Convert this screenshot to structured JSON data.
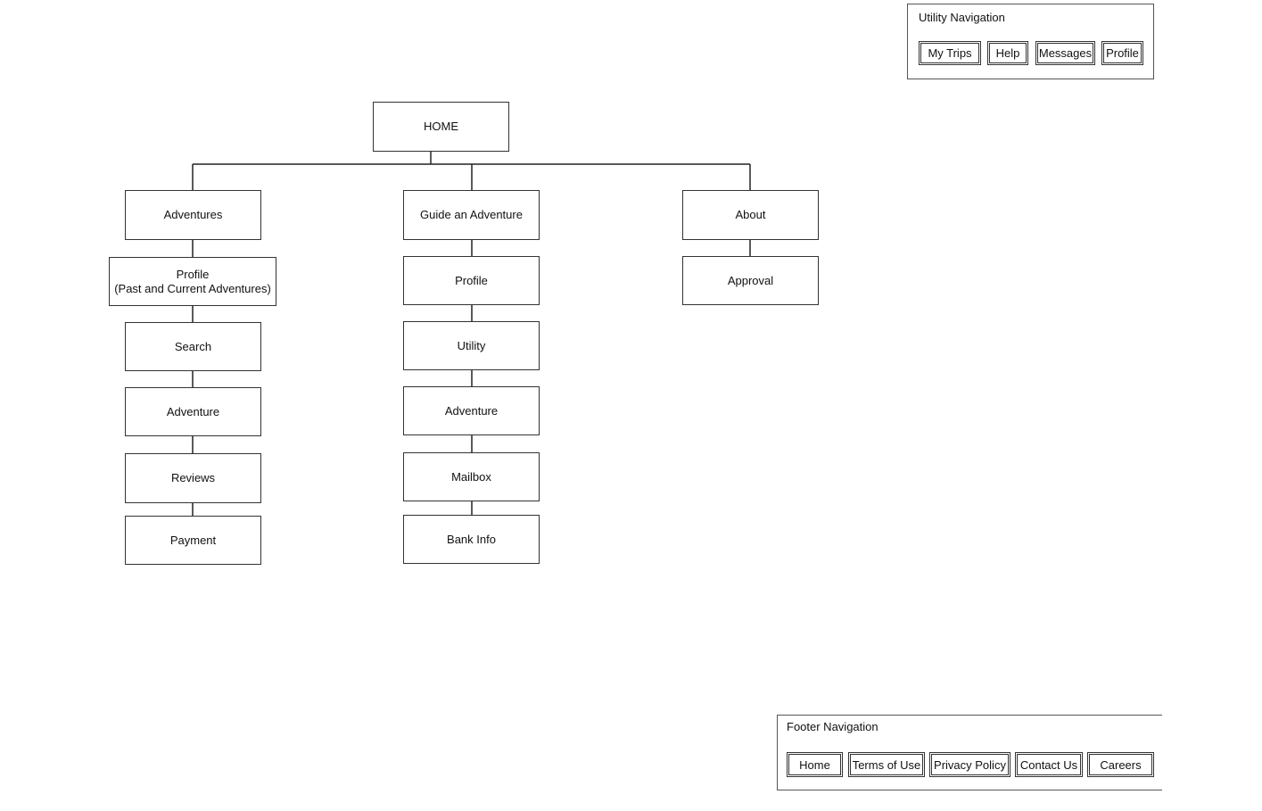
{
  "sitemap": {
    "home": "HOME",
    "columns": [
      {
        "items": [
          "Adventures",
          "Profile\n(Past and Current Adventures)",
          "Search",
          "Adventure",
          "Reviews",
          "Payment"
        ]
      },
      {
        "items": [
          "Guide an Adventure",
          "Profile",
          "Utility",
          "Adventure",
          "Mailbox",
          "Bank Info"
        ]
      },
      {
        "items": [
          "About",
          "Approval"
        ]
      }
    ]
  },
  "utility_nav": {
    "title": "Utility Navigation",
    "buttons": [
      "My Trips",
      "Help",
      "Messages",
      "Profile"
    ]
  },
  "footer_nav": {
    "title": "Footer Navigation",
    "buttons": [
      "Home",
      "Terms of Use",
      "Privacy Policy",
      "Contact Us",
      "Careers"
    ]
  }
}
